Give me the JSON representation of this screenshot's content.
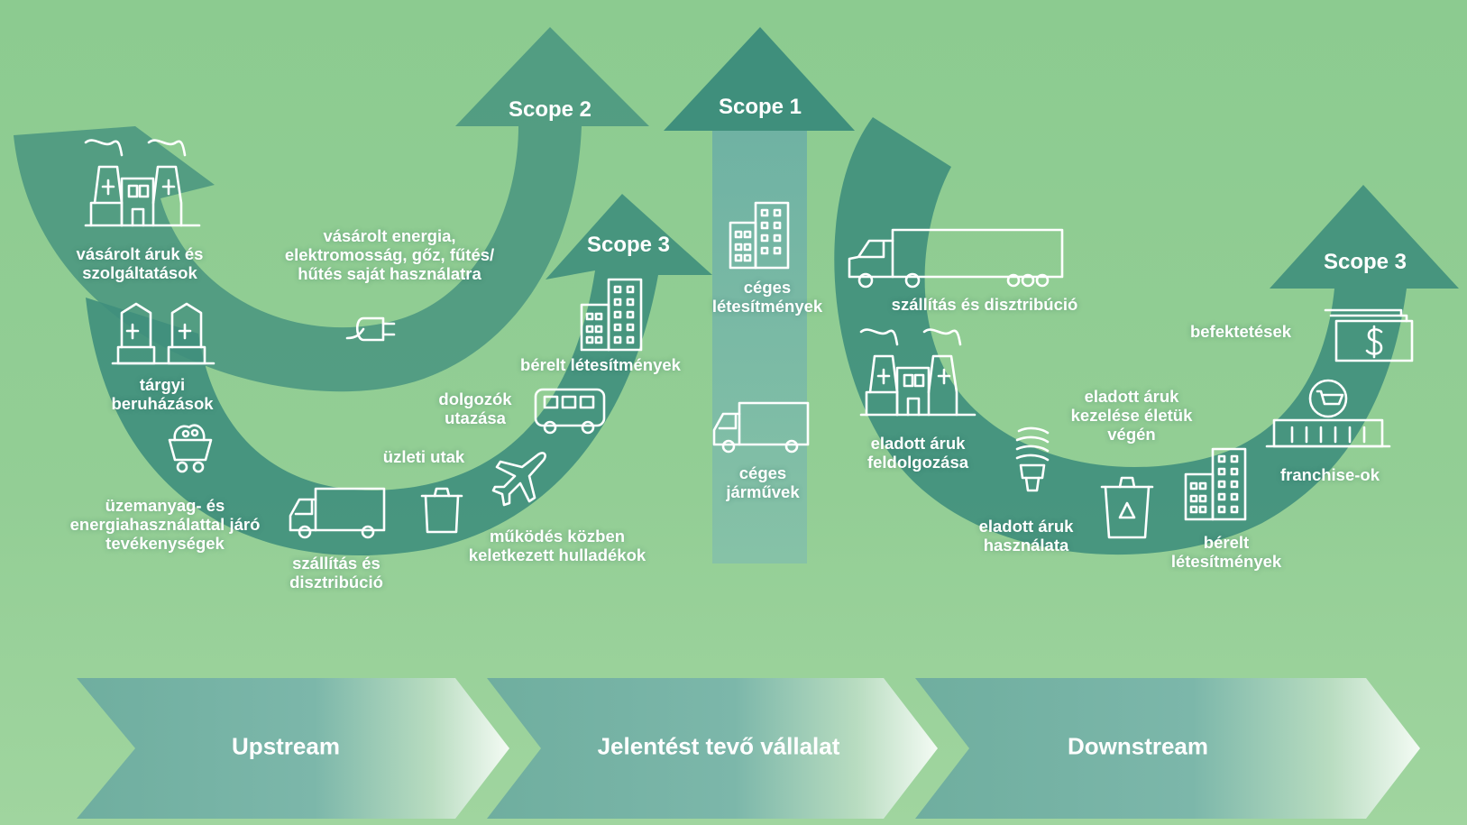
{
  "scopes": {
    "scope2": "Scope 2",
    "scope1": "Scope 1",
    "scope3_upstream": "Scope 3",
    "scope3_downstream": "Scope 3"
  },
  "upstream": {
    "purchased_goods": "vásárolt áruk és\nszolgáltatások",
    "capital_goods": "tárgyi\nberuházások",
    "fuel_energy": "üzemanyag- és\nenergiahasználattal járó\ntevékenységek",
    "transport": "szállítás és\ndisztribúció",
    "business_travel": "üzleti utak",
    "waste": "működés közben\nkeletkezett hulladékok",
    "commuting": "dolgozók\nutazása",
    "leased_assets": "bérelt létesítmények",
    "purchased_energy": "vásárolt energia,\nelektromosság, gőz, fűtés/\nhűtés saját használatra"
  },
  "company": {
    "facilities": "céges\nlétesítmények",
    "vehicles": "céges\njárművek"
  },
  "downstream": {
    "transport": "szállítás és disztribúció",
    "processing": "eladott áruk\nfeldolgozása",
    "use": "eladott áruk\nhasználata",
    "end_of_life": "eladott áruk\nkezelése életük\nvégén",
    "leased_assets": "bérelt\nlétesítmények",
    "franchises": "franchise-ok",
    "investments": "befektetések"
  },
  "chevrons": {
    "upstream": "Upstream",
    "company": "Jelentést tevő vállalat",
    "downstream": "Downstream"
  },
  "colors": {
    "background": "#8fcb93",
    "arrow_teal": "#3f8f7c",
    "scope1_bar": "#6fb3a4",
    "chevron": "#79b3a7",
    "text": "#ffffff"
  }
}
